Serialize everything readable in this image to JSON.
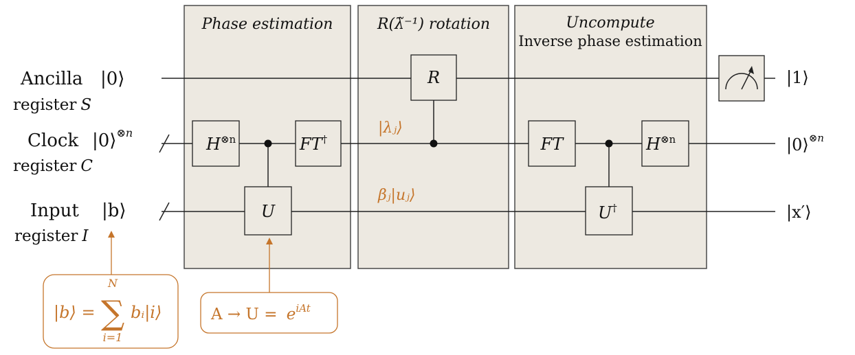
{
  "stages": {
    "phase_estimation": "Phase estimation",
    "rotation": "R(λ̃⁻¹) rotation",
    "uncompute": "Uncompute",
    "uncompute_subtitle": "Inverse phase estimation"
  },
  "registers": {
    "ancilla": {
      "name": "Ancilla",
      "state": "|0⟩",
      "register": "register",
      "symbol": "S",
      "output": "|1⟩"
    },
    "clock": {
      "name": "Clock",
      "state": "|0⟩",
      "exponent": "⊗n",
      "register": "register",
      "symbol": "C",
      "output": "|0⟩",
      "output_exponent": "⊗n"
    },
    "input": {
      "name": "Input",
      "state": "|b⟩",
      "register": "register",
      "symbol": "I",
      "output": "|x′⟩"
    }
  },
  "gates": {
    "h_in": "H",
    "h_in_sup": "⊗n",
    "ft_dagger": "FT",
    "ft_dagger_sup": "†",
    "u": "U",
    "r": "R",
    "ft": "FT",
    "u_dagger": "U",
    "u_dagger_sup": "†",
    "h_out": "H",
    "h_out_sup": "⊗n"
  },
  "annotations": {
    "lambda_j": "|λⱼ⟩",
    "beta_u": "βⱼ|uⱼ⟩"
  },
  "callouts": {
    "b_expansion": {
      "lhs": "|b⟩ =",
      "sum": "∑",
      "upper": "N",
      "lower": "i=1",
      "term": "bᵢ|i⟩"
    },
    "a_to_u": {
      "expr": "A → U = ",
      "base": "e",
      "exp": "iAt"
    }
  },
  "colors": {
    "accent": "#c5752b",
    "stage_fill": "#ede9e1"
  }
}
